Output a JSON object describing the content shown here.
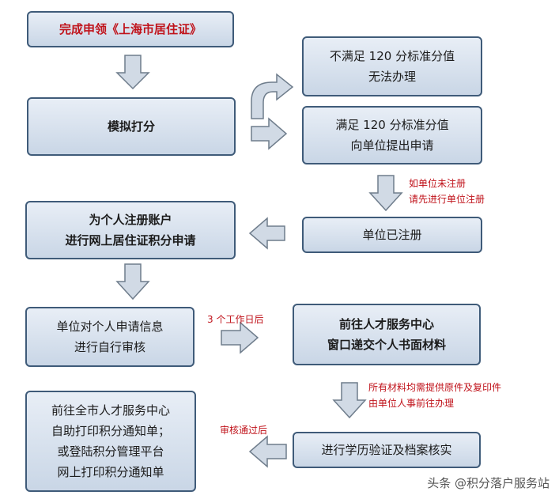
{
  "steps": {
    "s1": "完成申领《上海市居住证》",
    "s2": "模拟打分",
    "s3a": "不满足 120 分标准分值\n无法办理",
    "s3b": "满足 120 分标准分值\n向单位提出申请",
    "s4": "单位已注册",
    "s5": "为个人注册账户\n进行网上居住证积分申请",
    "s6": "单位对个人申请信息\n进行自行审核",
    "s7": "前往人才服务中心\n窗口递交个人书面材料",
    "s8": "进行学历验证及档案核实",
    "s9": "前往全市人才服务中心\n自助打印积分通知单；\n或登陆积分管理平台\n网上打印积分通知单"
  },
  "notes": {
    "n1": "如单位未注册\n请先进行单位注册",
    "n2": "3 个工作日后",
    "n3": "所有材料均需提供原件及复印件\n由单位人事前往办理",
    "n4": "审核通过后"
  },
  "watermark": "头条 @积分落户服务站",
  "colors": {
    "border": "#3f5b79",
    "fill_top": "#e8eef6",
    "fill_bottom": "#c9d6e6",
    "arrow": "#c9d3df",
    "note_red": "#c0131b"
  }
}
